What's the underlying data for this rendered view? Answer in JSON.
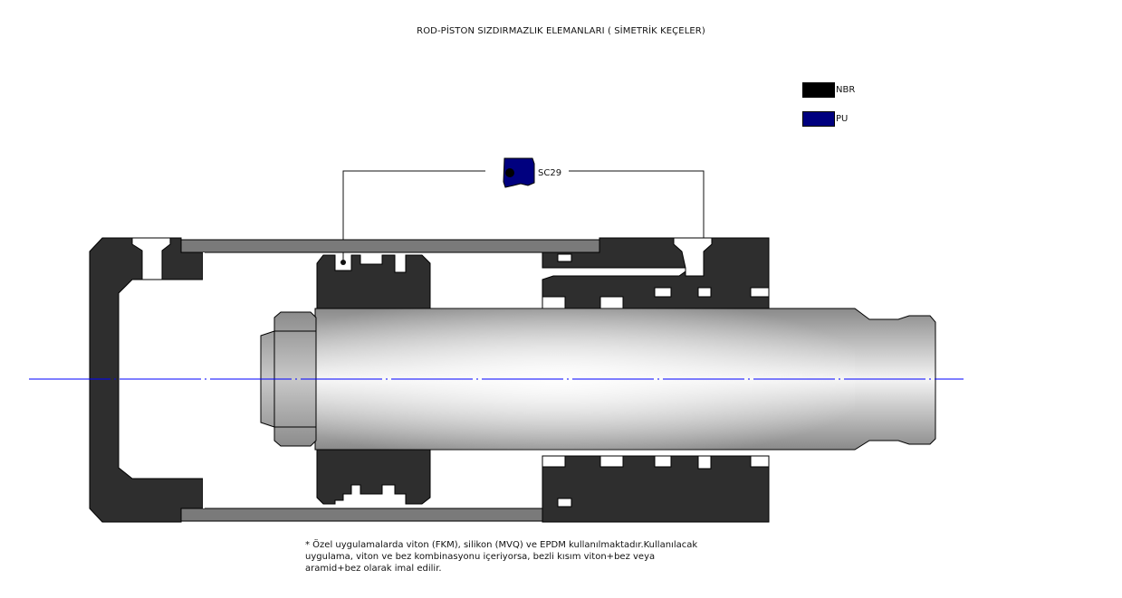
{
  "title": "ROD-PİSTON SIZDIRMAZLIK ELEMANLARI ( SİMETRİK KEÇELER)",
  "legend": [
    {
      "label": "NBR",
      "color": "#000000"
    },
    {
      "label": "PU",
      "color": "#00007f"
    }
  ],
  "callout": {
    "label": "SC29"
  },
  "note": "* Özel uygulamalarda viton (FKM), silikon (MVQ) ve EPDM kullanılmaktadır.Kullanılacak uygulama, viton ve bez kombinasyonu içeriyorsa, bezli kısım viton+bez veya aramid+bez olarak imal edilir.",
  "colors": {
    "housing": "#2e2e2e",
    "tube": "#7a7a7a",
    "seal_pu": "#00007f",
    "centerline": "#0000ff"
  }
}
